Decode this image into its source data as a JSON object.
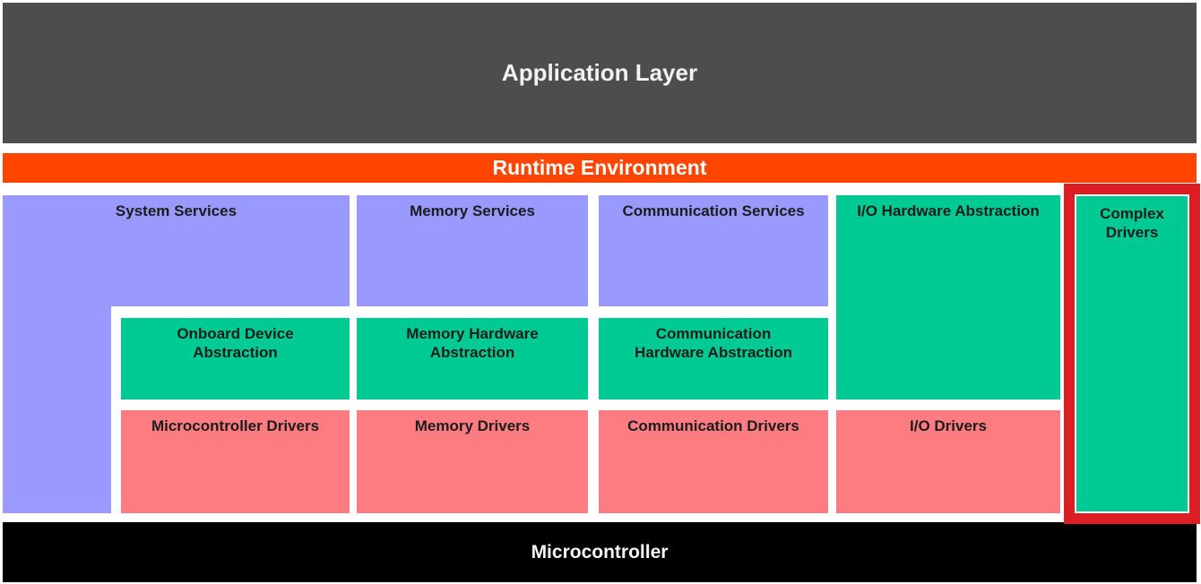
{
  "layers": {
    "application": "Application Layer",
    "runtime": "Runtime Environment",
    "microcontroller": "Microcontroller"
  },
  "blocks": {
    "system_services": "System Services",
    "memory_services": "Memory Services",
    "communication_services": "Communication Services",
    "io_hw_abstraction": "I/O Hardware Abstraction",
    "complex_drivers": "Complex\nDrivers",
    "onboard_device_abstraction": "Onboard Device\nAbstraction",
    "memory_hw_abstraction": "Memory Hardware\nAbstraction",
    "communication_hw_abstraction": "Communication\nHardware Abstraction",
    "microcontroller_drivers": "Microcontroller Drivers",
    "memory_drivers": "Memory Drivers",
    "communication_drivers": "Communication Drivers",
    "io_drivers": "I/O Drivers"
  },
  "colors": {
    "application_layer": "#4d4d4d",
    "runtime_environment": "#ff4500",
    "services": "#9a99fe",
    "hardware_abstraction": "#00ca94",
    "drivers": "#fd7c81",
    "highlight_border": "#dd1c23",
    "microcontroller": "#000000"
  }
}
